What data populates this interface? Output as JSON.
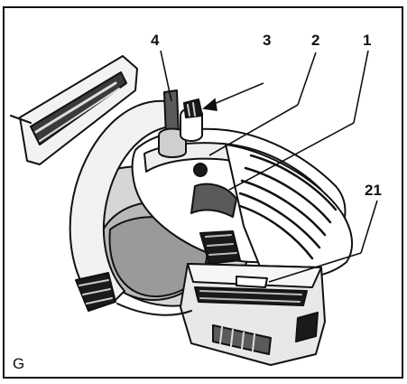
{
  "figure": {
    "label": "G",
    "callouts": [
      {
        "id": "c4",
        "text": "4"
      },
      {
        "id": "c3",
        "text": "3"
      },
      {
        "id": "c2",
        "text": "2"
      },
      {
        "id": "c1",
        "text": "1"
      },
      {
        "id": "c21",
        "text": "21"
      }
    ]
  },
  "colors": {
    "line": "#111111",
    "fill_light": "#f2f2f2",
    "fill_mid": "#cfcfcf",
    "fill_dark": "#5a5a5a",
    "fill_black": "#1a1a1a"
  }
}
